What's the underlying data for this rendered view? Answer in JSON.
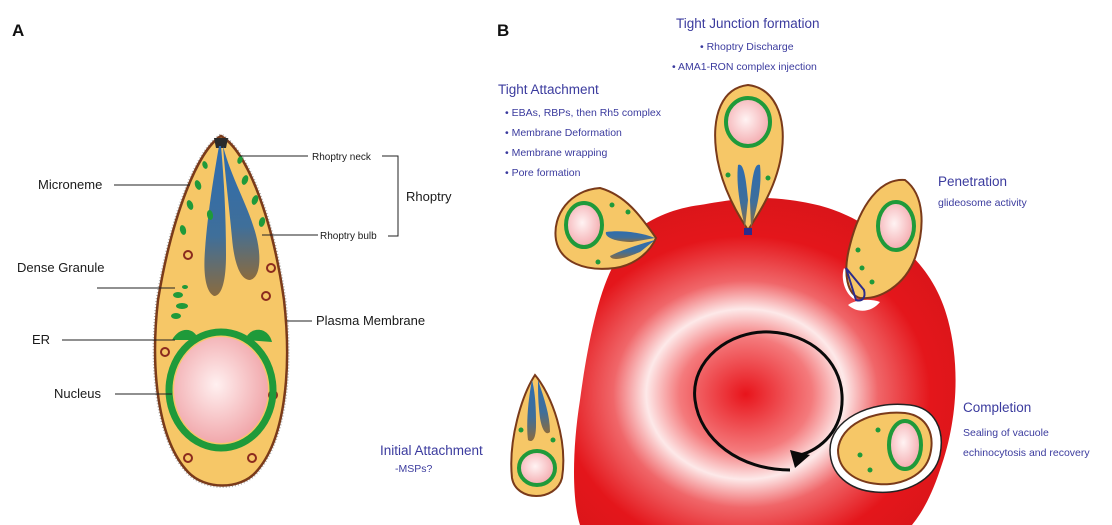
{
  "panel_a": {
    "letter": "A",
    "labels": {
      "microneme": "Microneme",
      "dense_granule": "Dense Granule",
      "er": "ER",
      "nucleus": "Nucleus",
      "rhoptry_neck": "Rhoptry neck",
      "rhoptry_bulb": "Rhoptry bulb",
      "rhoptry": "Rhoptry",
      "plasma_membrane": "Plasma Membrane"
    }
  },
  "panel_b": {
    "letter": "B",
    "stages": {
      "tight_junction": {
        "title": "Tight Junction formation",
        "items": [
          "• Rhoptry Discharge",
          "• AMA1-RON complex injection"
        ]
      },
      "tight_attachment": {
        "title": "Tight Attachment",
        "items": [
          "• EBAs, RBPs, then Rh5 complex",
          "• Membrane Deformation",
          "• Membrane wrapping",
          "• Pore formation"
        ]
      },
      "penetration": {
        "title": "Penetration",
        "items": [
          "glideosome activity"
        ]
      },
      "completion": {
        "title": "Completion",
        "items": [
          "Sealing of vacuole",
          "echinocytosis and recovery"
        ]
      },
      "initial_attachment": {
        "title": "Initial Attachment",
        "items": [
          "-MSPs?"
        ]
      }
    }
  },
  "colors": {
    "cytoplasm": "#f6c767",
    "green": "#1f9a3a",
    "blue_rhoptry": "#2f64a8",
    "red_cell": "#e4161b",
    "label_blue": "#3b3b9e"
  }
}
